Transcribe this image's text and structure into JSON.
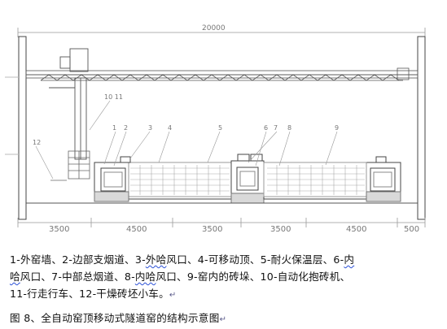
{
  "drawing": {
    "overall_dimension": "20000",
    "bottom_dimensions": [
      "3500",
      "4500",
      "3500",
      "3500",
      "4500",
      "500"
    ],
    "part_callouts": [
      "1",
      "2",
      "3",
      "4",
      "5",
      "6",
      "7",
      "8",
      "9",
      "10",
      "11",
      "12"
    ],
    "left_callout": "12",
    "crane_callout": "10  11"
  },
  "legend": {
    "line1_a": "1-外窑墙、2-边部支烟道、3-",
    "line1_b": "外哈",
    "line1_c": "风口、4-可移动顶、5-耐火保温层、6-",
    "line1_d": "内",
    "line2_a": "哈",
    "line2_b": "风口、7-中部总烟道、8-",
    "line2_c": "内哈",
    "line2_d": "风口、9-窑内的砖垛、10-自动化抱砖机、",
    "line3": "11-行走行车、12-干燥砖坯小车。",
    "return_mark": "↵"
  },
  "caption": {
    "text": "图 8、全自动窑顶移动式隧道窑的结构示意图",
    "return_mark": "↵"
  }
}
